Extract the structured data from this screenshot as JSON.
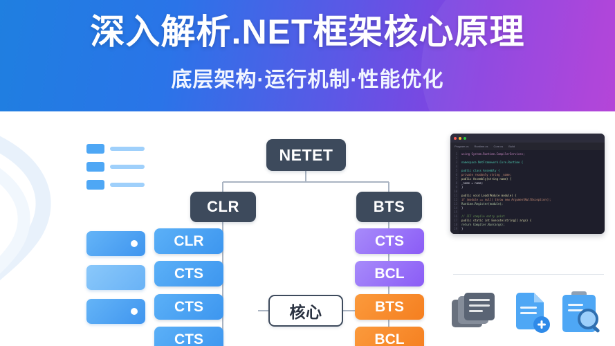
{
  "banner": {
    "title": "深入解析.NET框架核心原理",
    "subtitle": "底层架构·运行机制·性能优化",
    "gradient_from": "#1f7fe0",
    "gradient_to": "#b13ad6"
  },
  "left_panel": {
    "list_icon_name": "bullet-list-icon",
    "list_rows": [
      {
        "square": "list-square",
        "line": "list-line"
      },
      {
        "square": "list-square",
        "line": "list-line"
      },
      {
        "square": "list-square",
        "line": "list-line"
      }
    ],
    "cards": [
      {
        "name": "card-with-dot",
        "has_dot": true
      },
      {
        "name": "card-plain",
        "has_dot": false
      },
      {
        "name": "card-with-dot",
        "has_dot": true
      }
    ],
    "card_color": "#4ea7f5"
  },
  "diagram": {
    "type": "tree",
    "root": {
      "label": "NETET",
      "color": "#3d4a5c"
    },
    "branches": [
      {
        "label": "CLR",
        "color": "#3d4a5c"
      },
      {
        "label": "BTS",
        "color": "#3d4a5c"
      }
    ],
    "center_node": {
      "label": "核心",
      "color": "#ffffff",
      "border": "#3d4a5c"
    },
    "left_leaves": [
      {
        "label": "CLR",
        "color": "#4ea7f5"
      },
      {
        "label": "CTS",
        "color": "#4ea7f5"
      },
      {
        "label": "CTS",
        "color": "#4ea7f5"
      },
      {
        "label": "CTS",
        "color": "#4ea7f5"
      }
    ],
    "right_leaves": [
      {
        "label": "CTS",
        "color": "#8b5cf6"
      },
      {
        "label": "BCL",
        "color": "#8b5cf6"
      },
      {
        "label": "BTS",
        "color": "#f57f20"
      },
      {
        "label": "BCL",
        "color": "#f57f20"
      }
    ]
  },
  "code_window": {
    "name": "code-editor-window",
    "tabs": [
      "Program.cs",
      "Runtime.cs",
      "Core.cs",
      "Build"
    ],
    "traffic_lights": [
      "close",
      "minimize",
      "maximize"
    ],
    "line_numbers": [
      "1",
      "2",
      "3",
      "4",
      "5",
      "6",
      "7",
      "8",
      "9",
      "10",
      "11",
      "12",
      "13",
      "14",
      "15",
      "16",
      "17",
      "18",
      "19"
    ],
    "lines": [
      "using System.Runtime.CompilerServices;",
      "",
      "namespace NetFramework.Core.Runtime {",
      "",
      "  public class Assembly {",
      "    private readonly string _name;",
      "    public Assembly(string name) {",
      "      _name = name;",
      "    }",
      "",
      "    public void Load(Module module) {",
      "      if (module == null) throw new ArgumentNullException();",
      "      Runtime.Register(module);",
      "    }",
      "",
      "    // JIT compile entry point",
      "    public static int Execute(string[] args) {",
      "      return Compiler.Run(args);",
      "    }"
    ]
  },
  "bottom_icons": [
    {
      "name": "documents-stack-icon",
      "color": "#5a6474"
    },
    {
      "name": "add-document-icon",
      "color": "#4ea7f5"
    },
    {
      "name": "document-search-icon",
      "color": "#4ea7f5"
    }
  ]
}
